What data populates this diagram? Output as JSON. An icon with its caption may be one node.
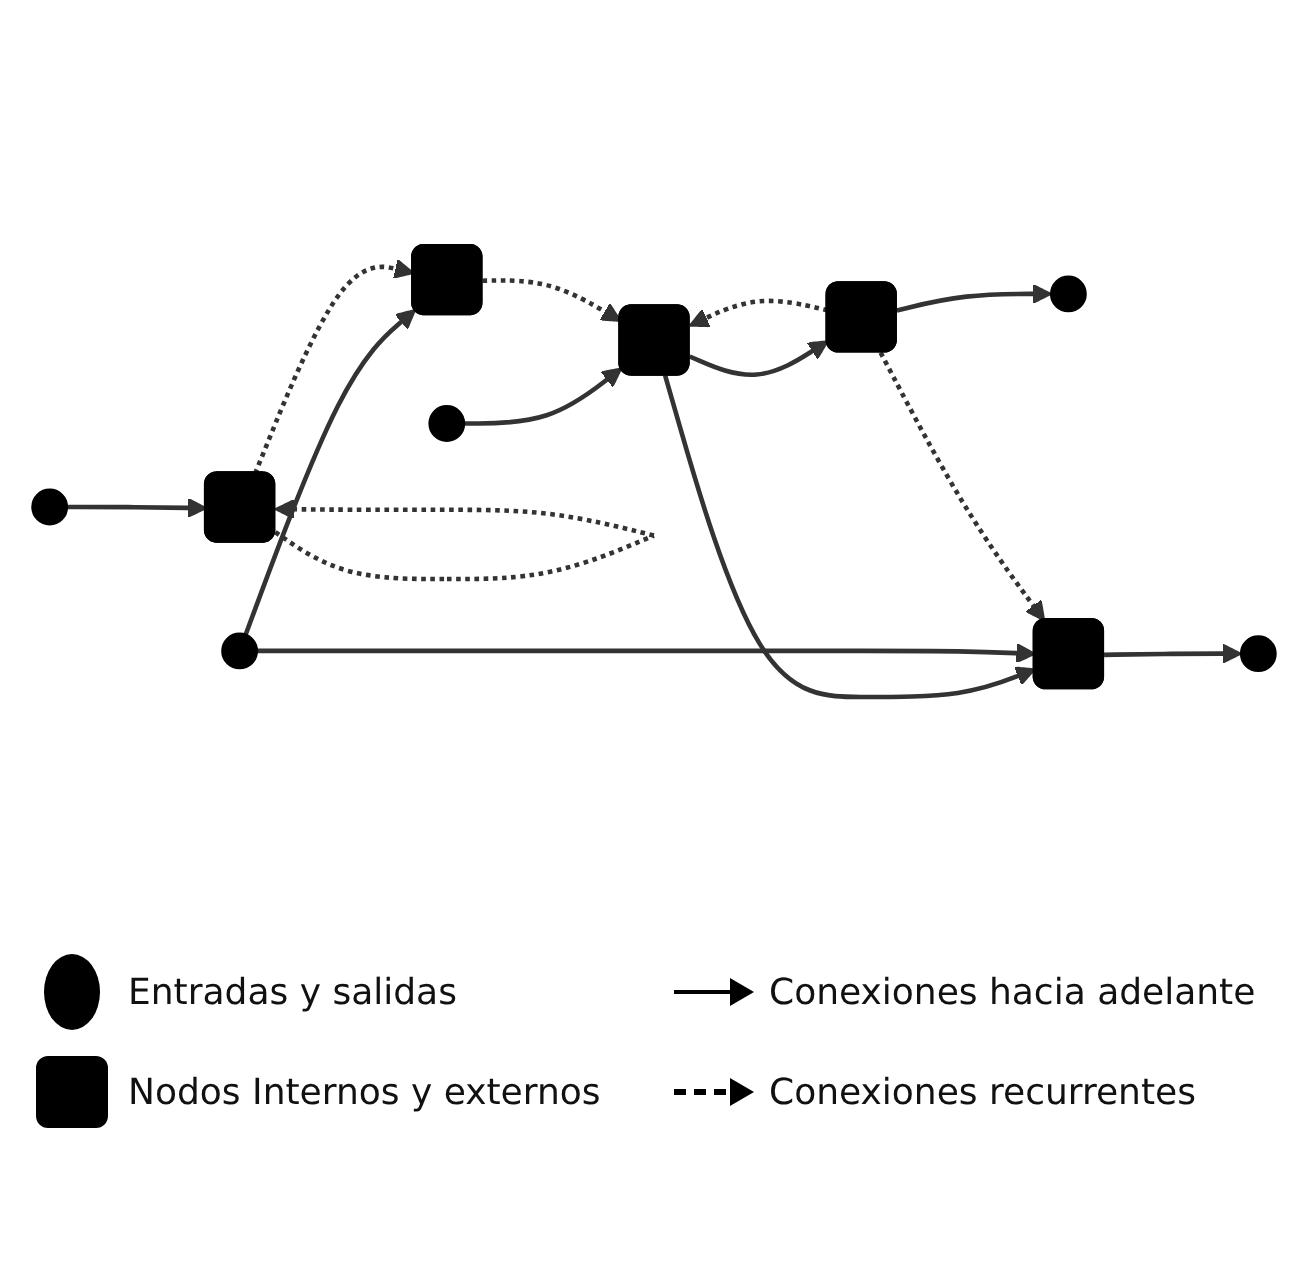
{
  "diagram": {
    "nodes": [
      {
        "text": [],
        "shape": "ellipse"
      },
      {
        "text": [],
        "shape": "box"
      },
      {
        "text": [],
        "shape": "box"
      },
      {
        "text": [],
        "shape": "ellipse"
      },
      {
        "text": [],
        "shape": "ellipse"
      },
      {
        "text": [],
        "shape": "box"
      },
      {
        "text": [],
        "shape": "ellipse"
      },
      {
        "text": [],
        "shape": "ellipse"
      },
      {
        "text": [],
        "shape": "box"
      },
      {
        "text": [],
        "shape": "box"
      }
    ],
    "edges": [
      {
        "from": 0,
        "to": 1,
        "arrow": "to"
      },
      {
        "from": 1,
        "to": 2,
        "arrow": "to"
      },
      {
        "from": 1,
        "to": 9,
        "arrow": "to"
      },
      {
        "from": 2,
        "to": 3,
        "arrow": "to"
      },
      {
        "from": 4,
        "to": 5,
        "arrow": "to"
      },
      {
        "from": 7,
        "to": 8,
        "arrow": "to"
      },
      {
        "from": 7,
        "to": 9,
        "arrow": "to"
      },
      {
        "from": 9,
        "to": 6,
        "arrow": "to"
      },
      {
        "from": 2,
        "to": 1,
        "arrow": "to",
        "style": "dashed"
      },
      {
        "from": 8,
        "to": 1,
        "arrow": "to",
        "style": "dashed"
      },
      {
        "from": 5,
        "to": 8,
        "arrow": "to",
        "style": "dashed"
      },
      {
        "from": 5,
        "to": 5,
        "arrow": "to",
        "style": "dashed"
      },
      {
        "from": 2,
        "to": 9,
        "arrow": "to",
        "style": "dashed"
      }
    ],
    "legend": [
      {
        "text": "Entradas y salidas"
      },
      {
        "text": "Nodos Internos y externos"
      },
      {
        "text": "Conexiones hacia adelante"
      },
      {
        "text": "Conexiones recurrentes"
      }
    ]
  }
}
